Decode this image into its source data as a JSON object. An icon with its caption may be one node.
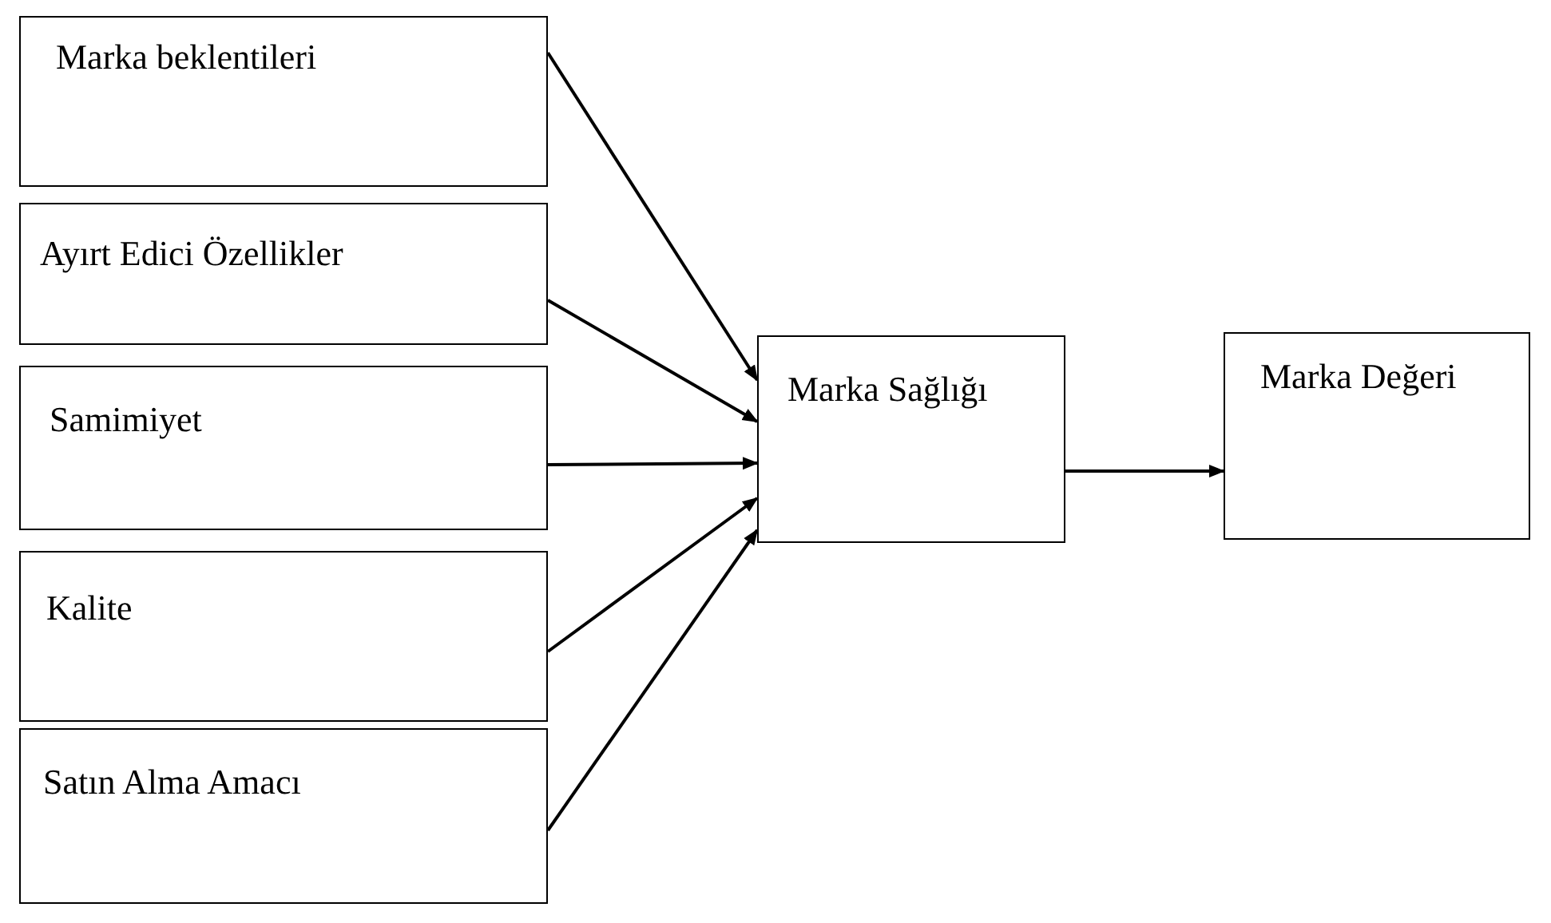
{
  "diagram": {
    "nodes": [
      {
        "text": [
          "Marka beklentileri"
        ]
      },
      {
        "text": [
          "Ayırt Edici Özellikler"
        ]
      },
      {
        "text": [
          "Samimiyet"
        ]
      },
      {
        "text": [
          "Kalite"
        ]
      },
      {
        "text": [
          "Satın Alma Amacı"
        ]
      },
      {
        "text": [
          "Marka Sağlığı"
        ]
      },
      {
        "text": [
          "Marka Değeri"
        ]
      }
    ],
    "edges": [
      {
        "from": 0,
        "to": 5,
        "arrow": "to"
      },
      {
        "from": 1,
        "to": 5,
        "arrow": "to"
      },
      {
        "from": 2,
        "to": 5,
        "arrow": "to"
      },
      {
        "from": 3,
        "to": 5,
        "arrow": "to"
      },
      {
        "from": 4,
        "to": 5,
        "arrow": "to"
      },
      {
        "from": 5,
        "to": 6,
        "arrow": "to"
      }
    ]
  }
}
